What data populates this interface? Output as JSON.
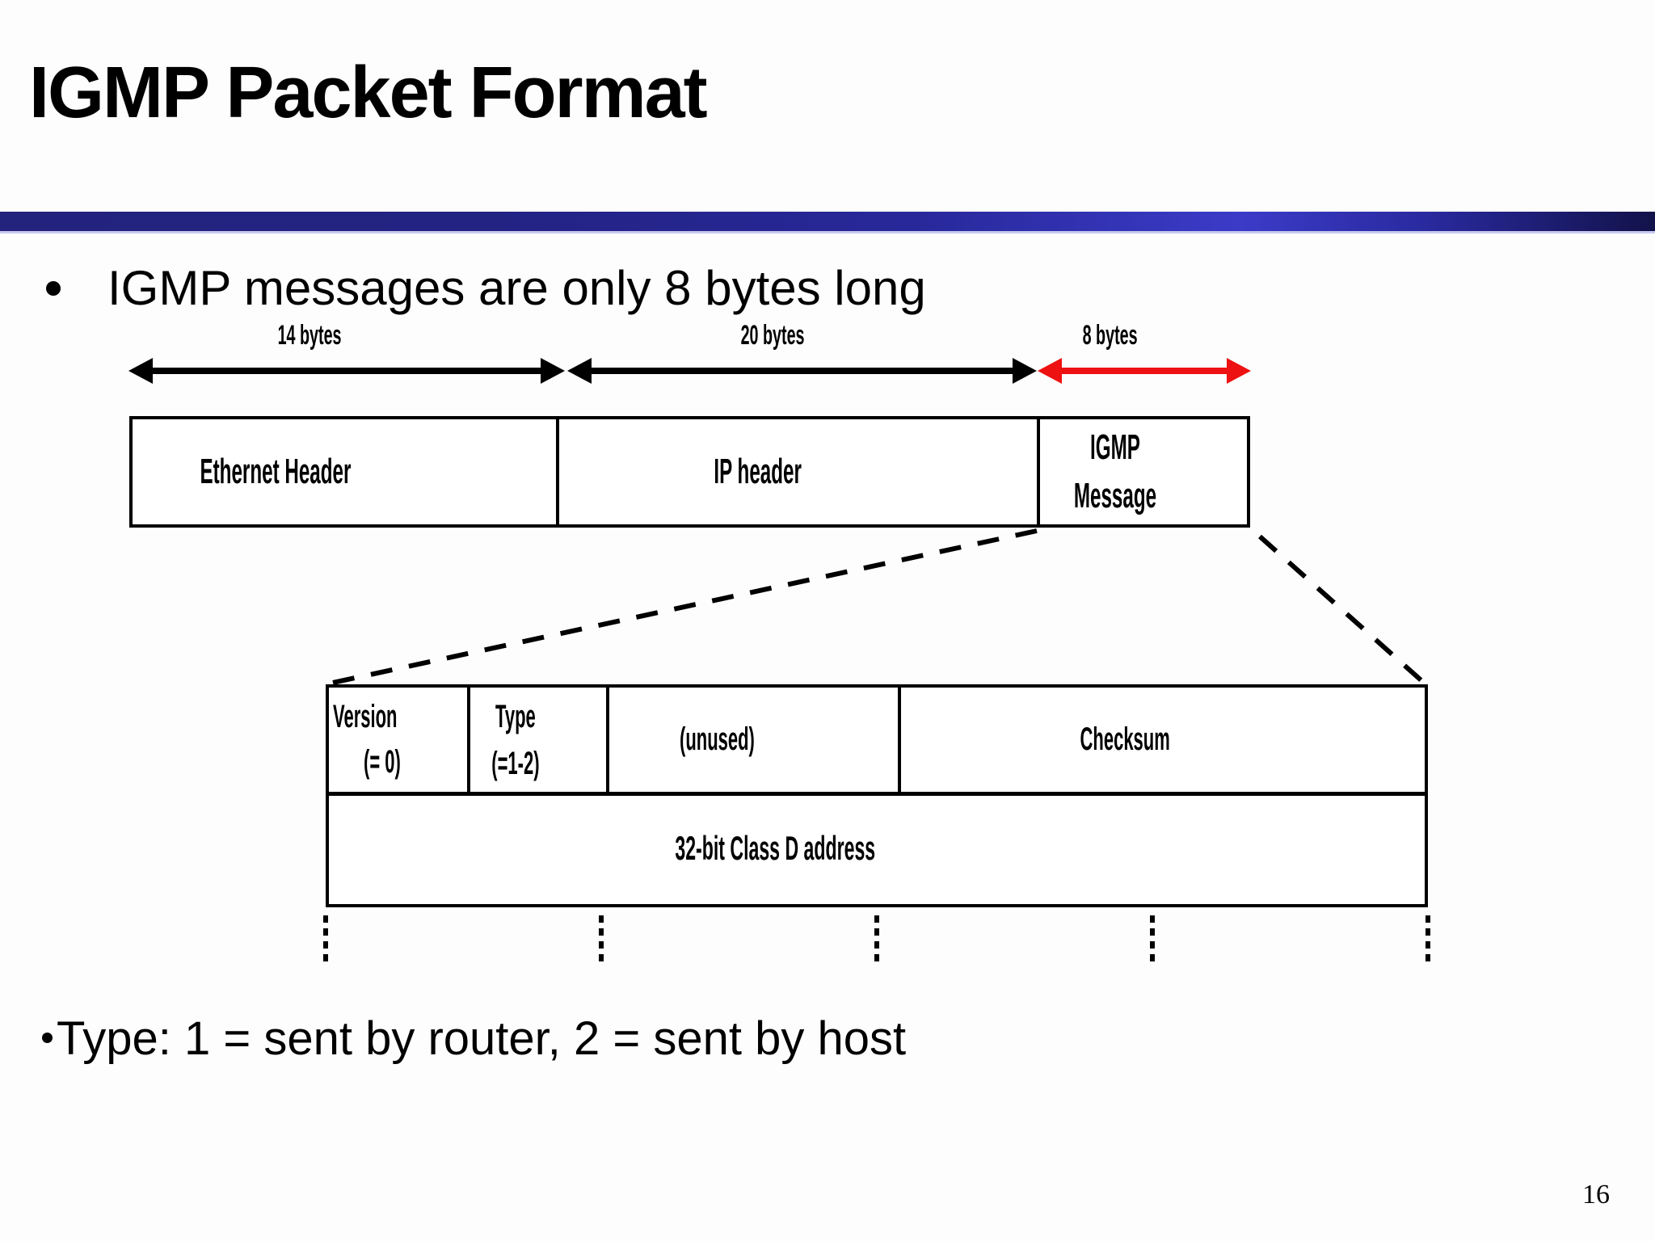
{
  "slide": {
    "title": "IGMP Packet Format",
    "bullet_1": "IGMP messages are only 8 bytes long",
    "bullet_2": "Type: 1 = sent by router, 2 = sent by host",
    "page_number": "16"
  },
  "packet_diagram": {
    "byte_labels": [
      "14 bytes",
      "20 bytes",
      "8 bytes"
    ],
    "boxes": [
      {
        "label": "Ethernet Header"
      },
      {
        "label": "IP header"
      },
      {
        "label_line1": "IGMP",
        "label_line2": "Message"
      }
    ]
  },
  "igmp_detail": {
    "fields": [
      {
        "line1": "Version",
        "line2": "(= 0)"
      },
      {
        "line1": "Type",
        "line2": "(=1-2)"
      },
      {
        "line1": "(unused)"
      },
      {
        "line1": "Checksum"
      }
    ],
    "address_row": "32-bit Class D address"
  },
  "colors": {
    "arrow_black": "#000000",
    "arrow_red": "#ee1111",
    "bar_navy": "#23237e",
    "bar_blue": "#3b3bc8"
  }
}
